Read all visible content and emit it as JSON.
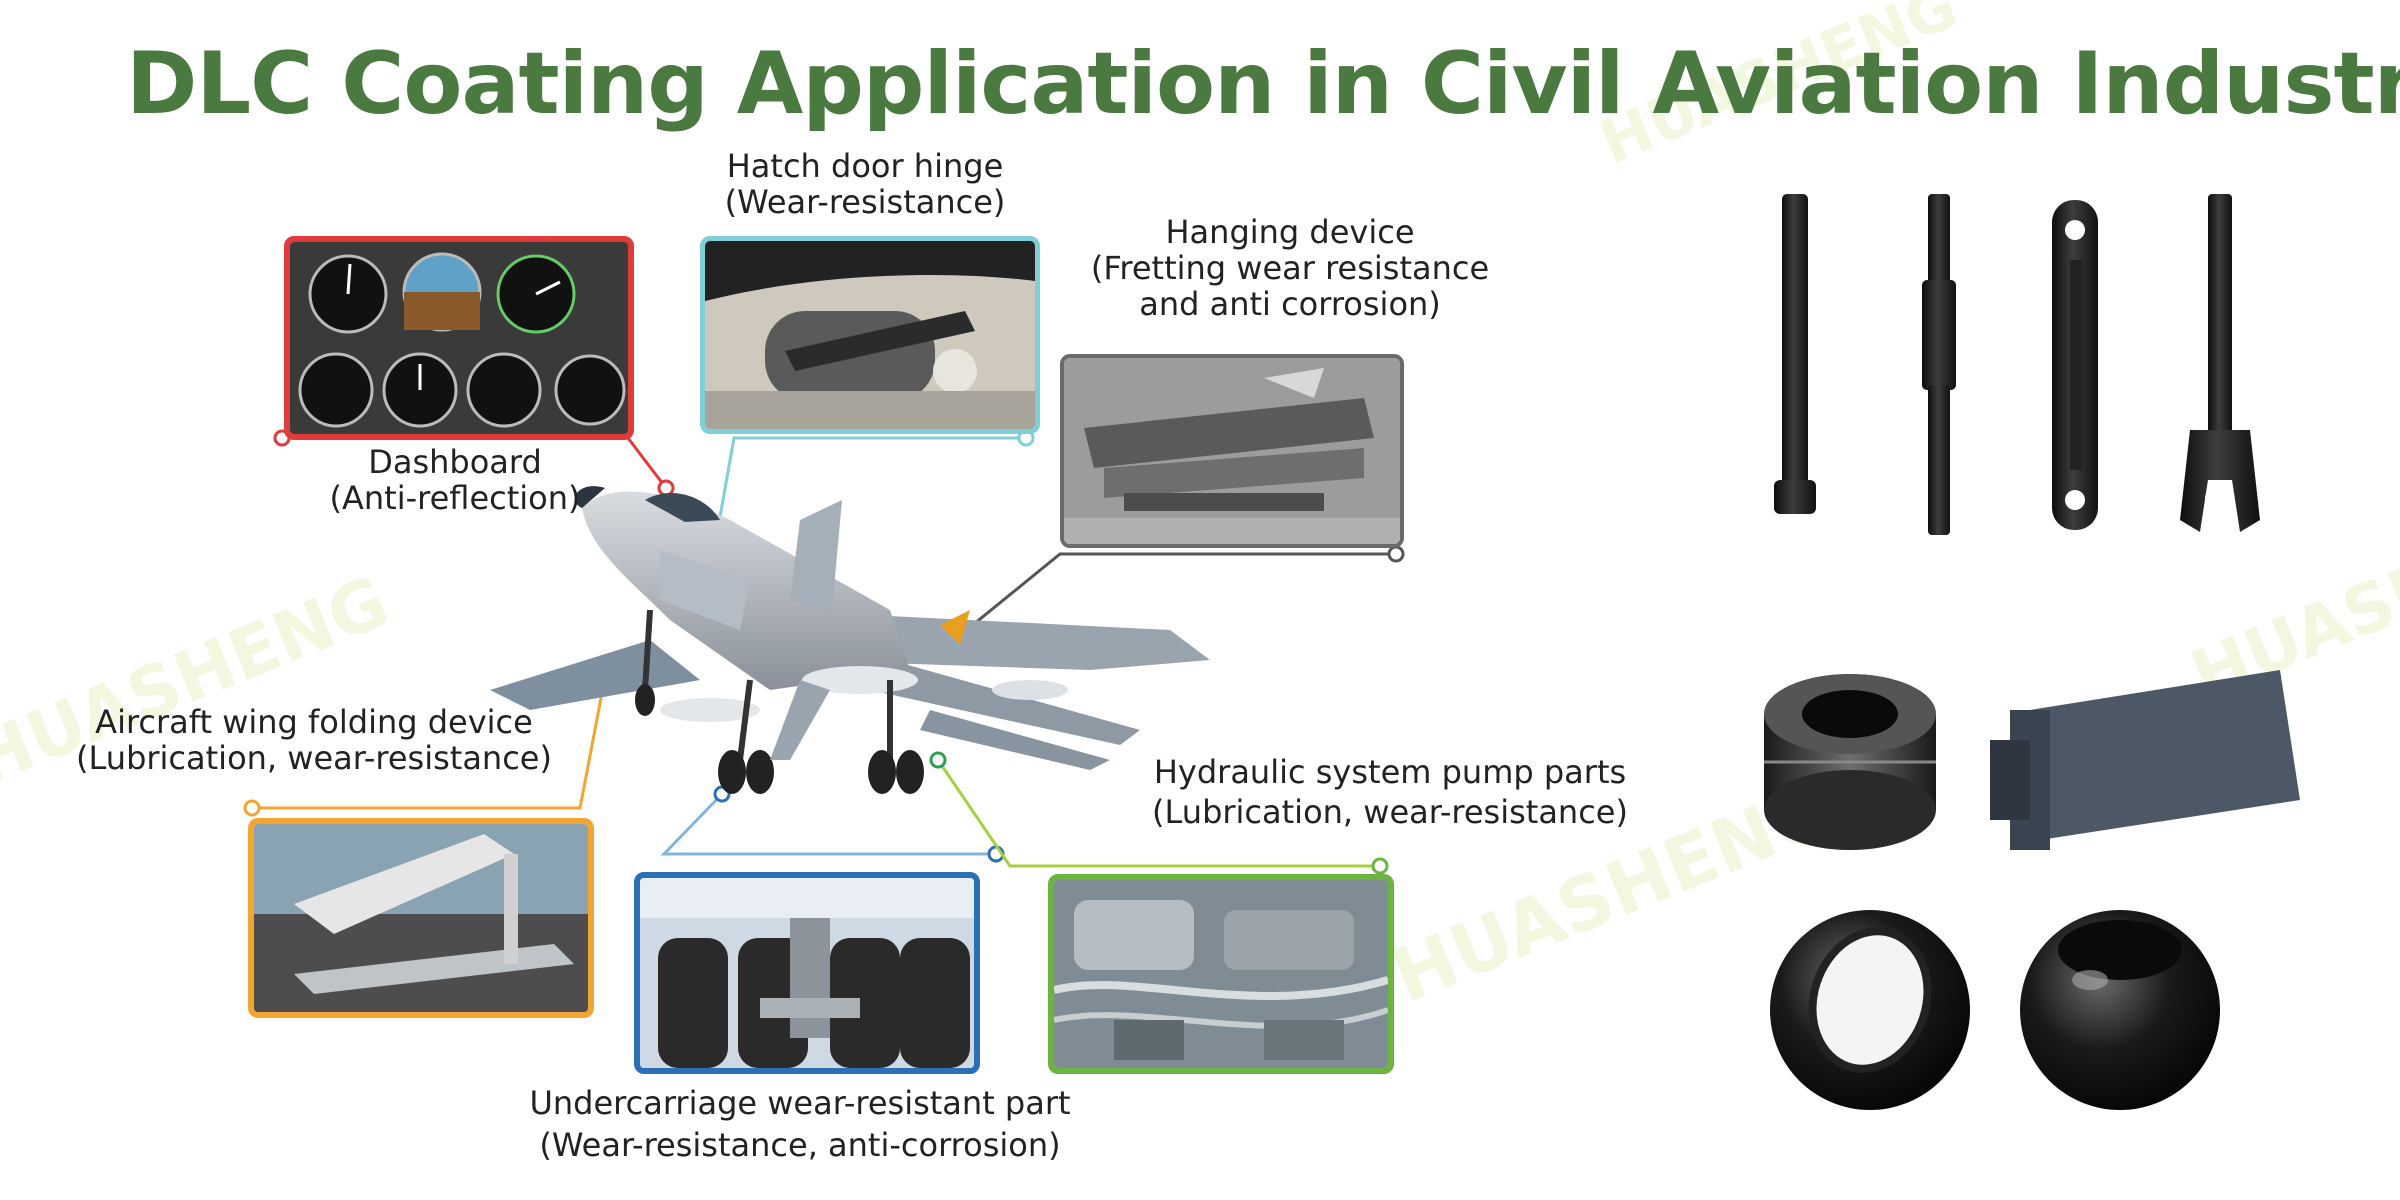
{
  "title": "DLC Coating Application in Civil Aviation Industry",
  "watermark": "HUASHENG",
  "colors": {
    "title": "#4a7a3f",
    "dashboard": "#e03a3a",
    "hinge": "#7fcfd8",
    "hanging": "#555555",
    "wing": "#f2a531",
    "undercarriage": "#2b6fb6",
    "hydraulic": "#6db33f"
  },
  "callouts": {
    "dashboard": {
      "line1": "Dashboard",
      "line2": "(Anti-reflection)"
    },
    "hinge": {
      "line1": "Hatch door hinge",
      "line2": "(Wear-resistance)"
    },
    "hanging": {
      "line1": "Hanging device",
      "line2": "(Fretting wear resistance",
      "line3": "and anti corrosion)"
    },
    "wing": {
      "line1": "Aircraft wing folding device",
      "line2": "(Lubrication, wear-resistance)"
    },
    "hydraulic": {
      "line1": "Hydraulic system pump parts",
      "line2": "(Lubrication, wear-resistance)"
    },
    "undercarriage": {
      "line1": "Undercarriage wear-resistant part",
      "line2": "(Wear-resistance, anti-corrosion)"
    }
  }
}
